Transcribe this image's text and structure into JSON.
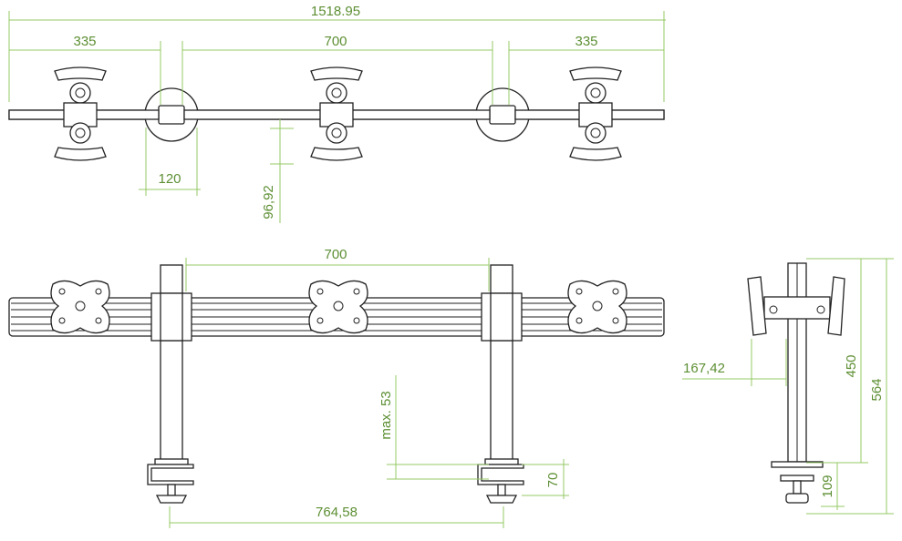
{
  "colors": {
    "dimension_line": "#94c964",
    "dimension_text": "#5d8f33",
    "outline": "#222222",
    "background": "#ffffff"
  },
  "dimensions": {
    "top_view": {
      "overall": "1518.95",
      "left_span": "335",
      "center_span": "700",
      "right_span": "335",
      "pole_diameter": "120",
      "bar_offset": "96,92"
    },
    "front_view": {
      "pole_spacing": "700",
      "clamp_opening": "max. 53",
      "clamp_depth": "70",
      "clamp_spacing": "764,58"
    },
    "side_view": {
      "depth": "167,42",
      "bar_height": "450",
      "total_height": "564",
      "base_height": "109"
    }
  }
}
